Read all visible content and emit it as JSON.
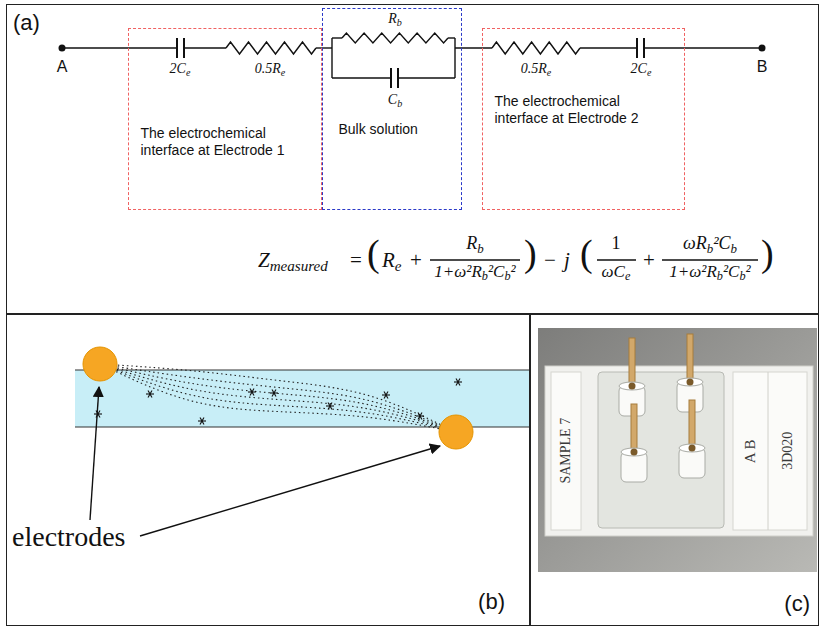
{
  "diagram": {
    "nodes": [
      {
        "text": [
          "(a)"
        ]
      },
      {
        "text": [
          "The electrochemical interface at Electrode 1"
        ],
        "in": 0
      },
      {
        "text": [
          "Bulk solution"
        ],
        "in": 0
      },
      {
        "text": [
          "The electrochemical interface at Electrode 2"
        ],
        "in": 0
      },
      {
        "text": [
          "(b)"
        ]
      },
      {
        "text": [
          "(c)"
        ]
      }
    ],
    "labels": [
      "A",
      "2Ce",
      "0.5Re",
      "Rb",
      "Cb",
      "0.5Re",
      "2Ce",
      "B",
      "Zmeasured",
      "=",
      "(",
      "Re",
      "+",
      "Rb",
      "1+ω²Rb²Cb²",
      ")",
      "−",
      "j",
      "(",
      "1",
      "ωCe",
      "+",
      "ωRb²Cb",
      "1+ω²Rb²Cb²",
      ")",
      "electrodes",
      "SAMPLE 7",
      "A B",
      "3D020"
    ]
  }
}
